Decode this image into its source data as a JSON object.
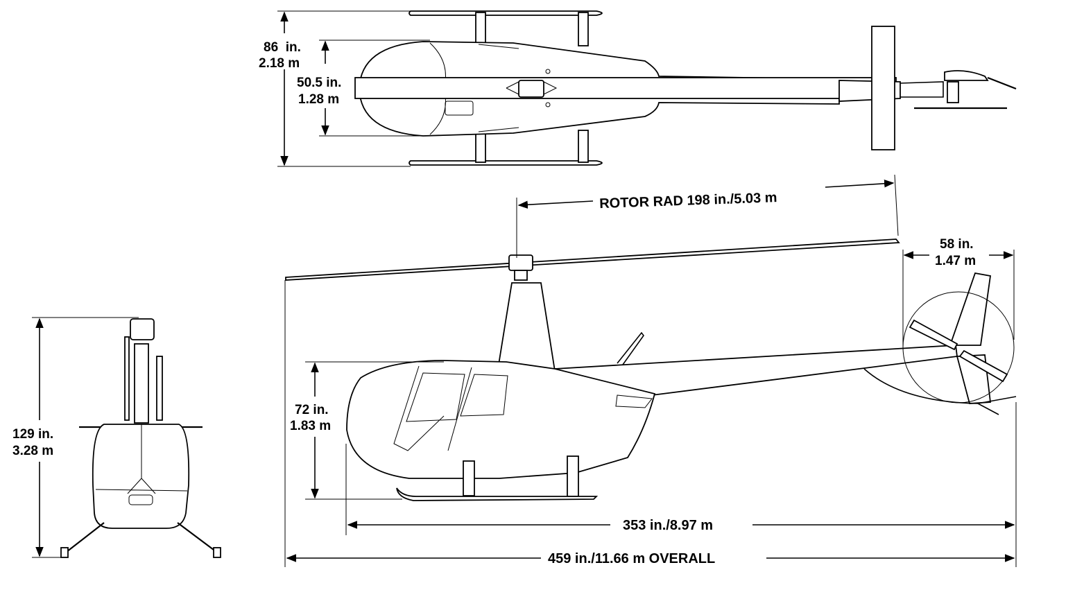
{
  "labels": {
    "width_in": "86  in.",
    "width_m": "2.18 m",
    "cabin_width_in": "50.5 in.",
    "cabin_width_m": "1.28 m",
    "rotor_radius": "ROTOR RAD 198 in./5.03 m",
    "tail_rotor_in": "58 in.",
    "tail_rotor_m": "1.47 m",
    "height_in": "129 in.",
    "height_m": "3.28 m",
    "skid_height_in": "72 in.",
    "skid_height_m": "1.83 m",
    "fuselage_length": "353 in./8.97 m",
    "overall_length": "459 in./11.66 m OVERALL"
  }
}
